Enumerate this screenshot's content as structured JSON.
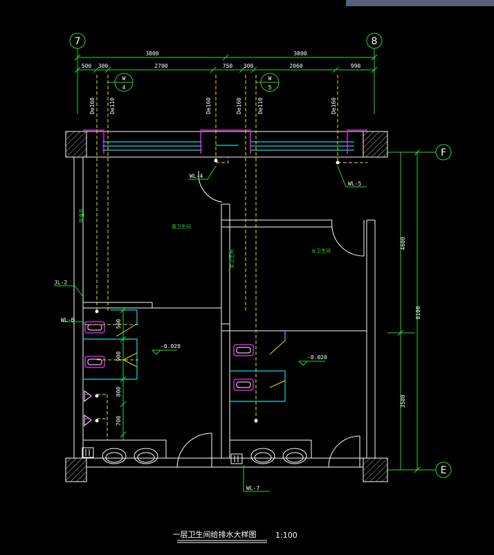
{
  "axes": {
    "left": "7",
    "right": "8",
    "top_right": "F",
    "bottom_right": "E"
  },
  "dims_top_overall": [
    "3800",
    "3800"
  ],
  "dims_top_detail": [
    "500",
    "300",
    "2700",
    "750",
    "300",
    "2060",
    "990"
  ],
  "dims_right": {
    "total": "8100",
    "upper": "4600",
    "lower": "3500"
  },
  "dims_left_col": [
    "500",
    "900",
    "800",
    "700"
  ],
  "riser_tags": [
    {
      "top": "W",
      "bottom": "4"
    },
    {
      "top": "W",
      "bottom": "5"
    }
  ],
  "pipe_sizes": [
    "De160",
    "De110",
    "De160",
    "De160",
    "De110",
    "De160"
  ],
  "pipe_labels": {
    "wl4": "WL-4",
    "wl5": "WL-5",
    "jl2": "JL-2",
    "wl6": "WL-6",
    "wl7": "WL-7"
  },
  "levels": [
    "-0.020",
    "-0.020"
  ],
  "room_labels": [
    "男卫生间",
    "管道井",
    "女卫生间",
    "女卫生间"
  ],
  "title": "一层卫生间给排水大样图",
  "scale": "1:100"
}
